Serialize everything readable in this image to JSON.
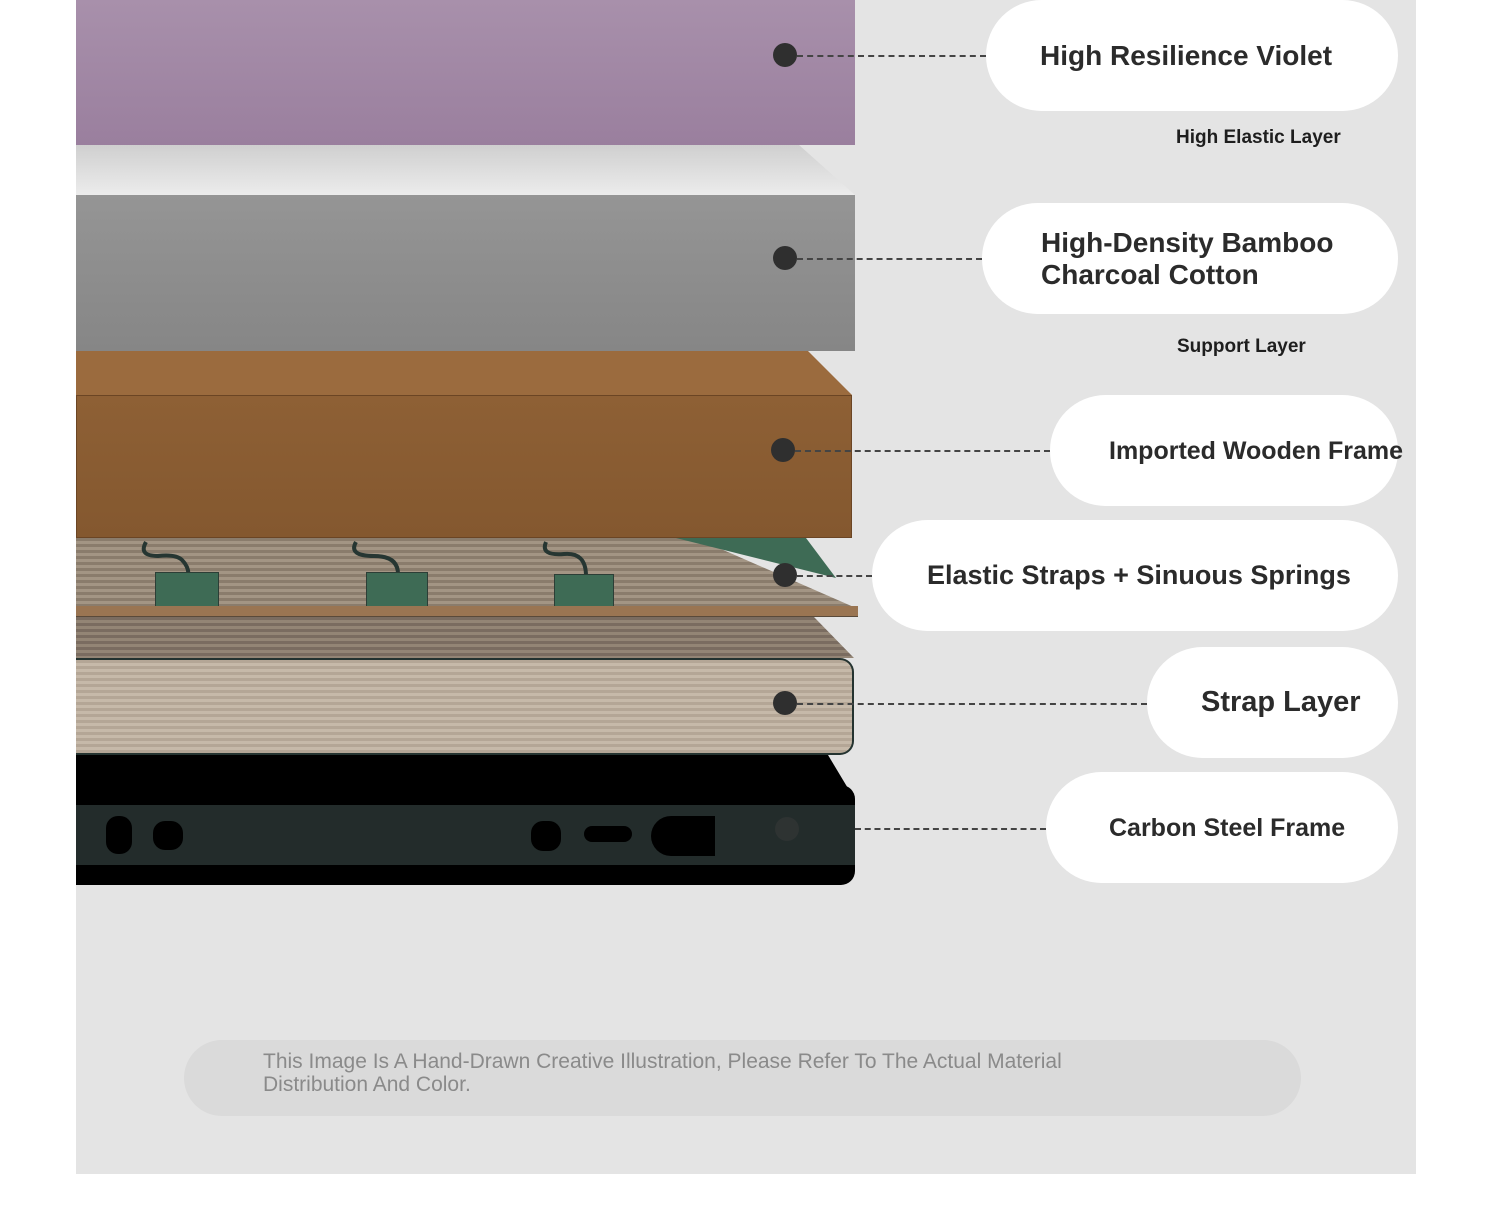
{
  "layers": [
    {
      "label": "High Resilience Violet",
      "sublabel": "High Elastic Layer"
    },
    {
      "label": "High-Density Bamboo Charcoal Cotton",
      "label_line1": "High-Density Bamboo",
      "label_line2": "Charcoal Cotton",
      "sublabel": "Support Layer"
    },
    {
      "label": "Imported Wooden Frame"
    },
    {
      "label": "Elastic Straps + Sinuous Springs"
    },
    {
      "label": "Strap Layer"
    },
    {
      "label": "Carbon Steel Frame"
    }
  ],
  "disclaimer": {
    "line1": "This Image Is A Hand-Drawn Creative Illustration, Please Refer To The Actual Material",
    "line2": "Distribution And Color."
  },
  "colors": {
    "violet": "#a48aa8",
    "charcoal": "#8d8d8d",
    "wood": "#8b5e34",
    "steel": "#232c2b",
    "spring_green": "#3e6b55"
  }
}
